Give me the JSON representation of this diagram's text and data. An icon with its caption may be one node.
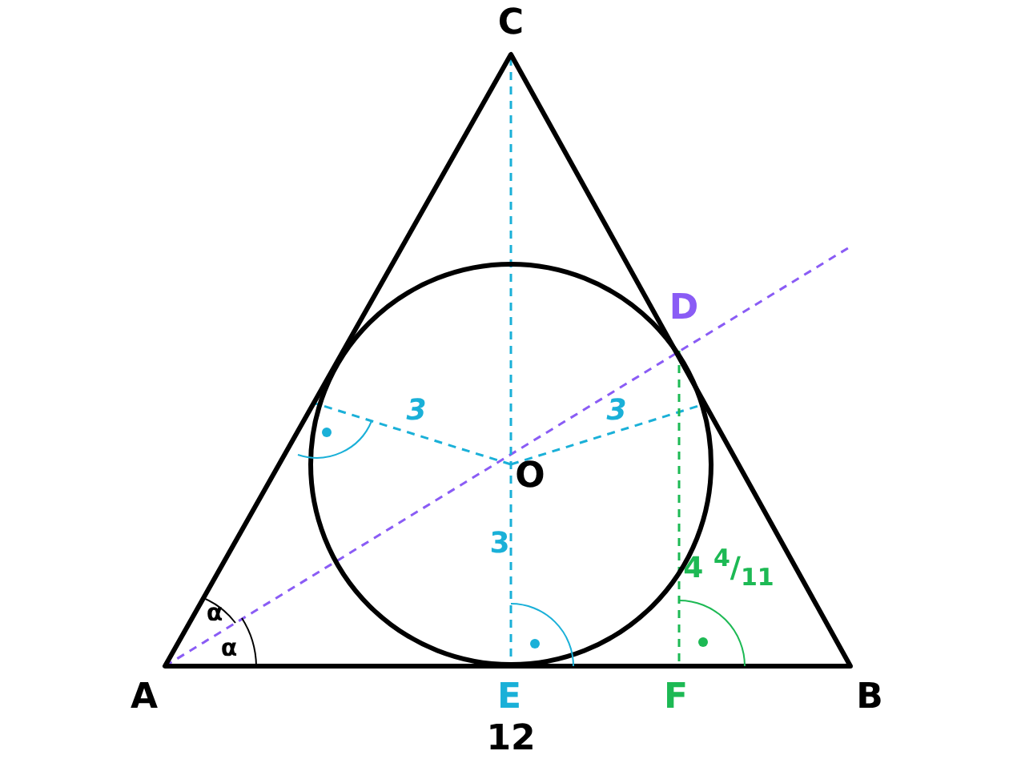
{
  "diagram": {
    "labels": [
      "C",
      "D",
      "3",
      "3",
      "O",
      "3",
      "4 $^{4}$/$_{11}$",
      "α",
      "α",
      "A",
      "E",
      "F",
      "B",
      "12"
    ]
  }
}
